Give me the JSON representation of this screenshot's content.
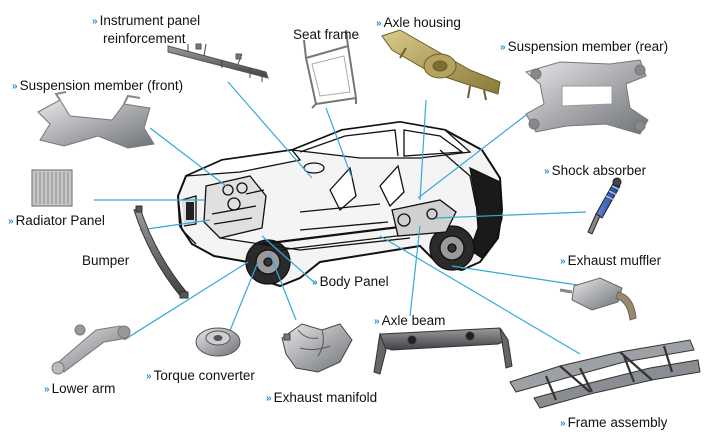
{
  "marker": "»",
  "colors": {
    "leader_line": "#36a9d9",
    "marker": "#2a8fd0",
    "text": "#111111"
  },
  "parts": [
    {
      "id": "instrument-panel",
      "label_lines": [
        "Instrument panel",
        "reinforcement"
      ],
      "marker": true
    },
    {
      "id": "seat-frame",
      "label_lines": [
        "Seat frame"
      ],
      "marker": false
    },
    {
      "id": "axle-housing",
      "label_lines": [
        "Axle housing"
      ],
      "marker": true
    },
    {
      "id": "suspension-rear",
      "label_lines": [
        "Suspension member (rear)"
      ],
      "marker": true
    },
    {
      "id": "suspension-front",
      "label_lines": [
        "Suspension member (front)"
      ],
      "marker": true
    },
    {
      "id": "shock-absorber",
      "label_lines": [
        "Shock absorber"
      ],
      "marker": true
    },
    {
      "id": "radiator-panel",
      "label_lines": [
        "Radiator Panel"
      ],
      "marker": true
    },
    {
      "id": "bumper",
      "label_lines": [
        "Bumper"
      ],
      "marker": false
    },
    {
      "id": "exhaust-muffler",
      "label_lines": [
        "Exhaust muffler"
      ],
      "marker": true
    },
    {
      "id": "body-panel",
      "label_lines": [
        "Body Panel"
      ],
      "marker": true
    },
    {
      "id": "axle-beam",
      "label_lines": [
        "Axle beam"
      ],
      "marker": true
    },
    {
      "id": "lower-arm",
      "label_lines": [
        "Lower arm"
      ],
      "marker": true
    },
    {
      "id": "torque-converter",
      "label_lines": [
        "Torque converter"
      ],
      "marker": true
    },
    {
      "id": "exhaust-manifold",
      "label_lines": [
        "Exhaust manifold"
      ],
      "marker": true
    },
    {
      "id": "frame-assembly",
      "label_lines": [
        "Frame assembly"
      ],
      "marker": true
    }
  ]
}
